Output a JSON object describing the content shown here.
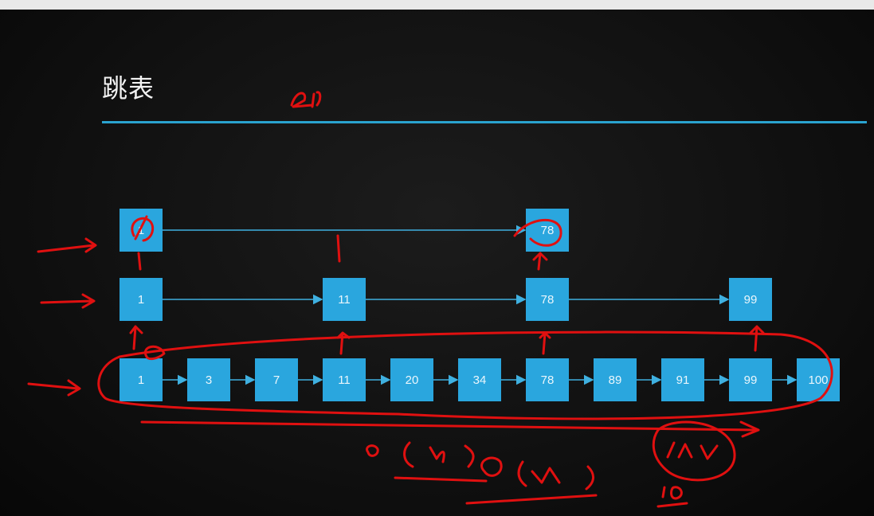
{
  "title": "跳表",
  "colors": {
    "node": "#2aa6de",
    "rule": "#2aa3cf",
    "annotation": "#e01010"
  },
  "levels": [
    {
      "name": "level-2",
      "nodes": [
        "1",
        "78"
      ]
    },
    {
      "name": "level-1",
      "nodes": [
        "1",
        "11",
        "78",
        "99"
      ]
    },
    {
      "name": "level-0",
      "nodes": [
        "1",
        "3",
        "7",
        "11",
        "20",
        "34",
        "78",
        "89",
        "91",
        "99",
        "100"
      ]
    }
  ]
}
